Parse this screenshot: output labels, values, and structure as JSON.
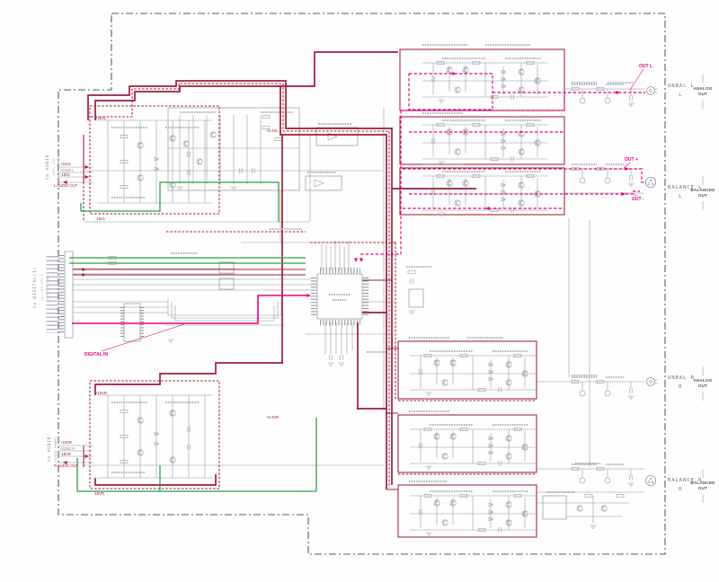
{
  "colors": {
    "maroon": "#9e1e38",
    "magenta": "#e5007d",
    "green": "#2f9e44",
    "gray": "#8d929b",
    "border": "#565b63"
  },
  "outputs": [
    {
      "label": "UNBAL L",
      "channel": "L",
      "type_line1": "ANALOG",
      "type_line2": "OUT"
    },
    {
      "label": "BALANCE L",
      "channel": "L",
      "type_line1": "BALANCED",
      "type_line2": "OUT"
    },
    {
      "label": "UNBAL R",
      "channel": "R",
      "type_line1": "ANALOG",
      "type_line2": "OUT"
    },
    {
      "label": "BALANCE R",
      "channel": "R",
      "type_line1": "BALANCED",
      "type_line2": "OUT"
    }
  ],
  "signals": {
    "out_l": "OUT L",
    "out_plus": "OUT +",
    "out_minus": "OUT -",
    "digital_in": "DIGITAL IN"
  },
  "rails": {
    "p15vl": "+15VL",
    "m15vl": "-15VL",
    "p15vr": "+15VR",
    "m15vr": "-15VR",
    "agnd_l": "AGND L",
    "agnd_r": "AGND R",
    "p5_3vl": "+5-3VL",
    "p5_3vr": "+5-3VR",
    "l_audio_out": "L AUDIO OUT",
    "r_audio_out": "R AUDIO OUT"
  },
  "side_labels": {
    "to_audio": "to AUDIO",
    "to_audio_sub1": "+15V,-15V",
    "to_audio_sub2": "(AUDIO BOARD)",
    "to_digital": "to DIGITAL(1)",
    "to_digital_sub1": "+5L,+5V,CKCLK",
    "to_digital_sub2": "(SYSTEM CON)",
    "to_audio_b": "to AUDIO",
    "to_audio_b_sub": "(AUDIO POWER)"
  }
}
